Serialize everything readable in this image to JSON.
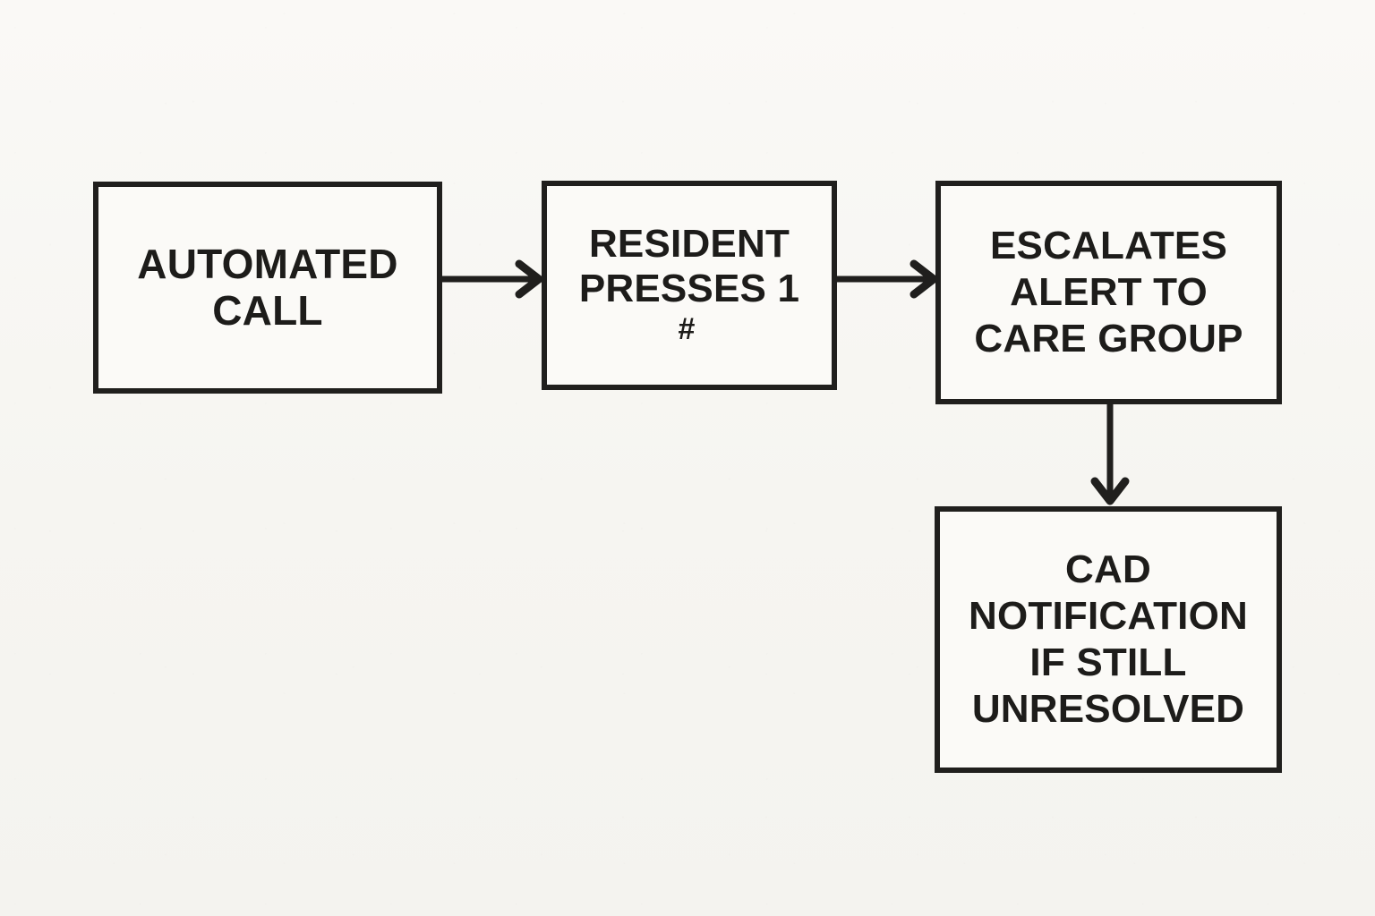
{
  "diagram": {
    "type": "flowchart",
    "orientation": "left-to-right-then-down",
    "background_color": "#f7f6f2",
    "stroke_color": "#201f1d",
    "box_fill_color": "#fbfaf7",
    "nodes": [
      {
        "id": "automated-call",
        "label": "AUTOMATED\nCALL",
        "order": 1
      },
      {
        "id": "resident-presses",
        "label": "RESIDENT\nPRESSES 1",
        "sub_label": "#",
        "order": 2
      },
      {
        "id": "escalates-alert",
        "label": "ESCALATES\nALERT TO\nCARE GROUP",
        "order": 3
      },
      {
        "id": "cad-notification",
        "label": "CAD\nNOTIFICATION\nIF STILL\nUNRESOLVED",
        "order": 4
      }
    ],
    "edges": [
      {
        "id": "call-to-resident",
        "from": "automated-call",
        "to": "resident-presses",
        "direction": "right",
        "label": ""
      },
      {
        "id": "resident-to-escalate",
        "from": "resident-presses",
        "to": "escalates-alert",
        "direction": "right",
        "label": ""
      },
      {
        "id": "escalate-to-cad",
        "from": "escalates-alert",
        "to": "cad-notification",
        "direction": "down",
        "label": ""
      }
    ]
  }
}
